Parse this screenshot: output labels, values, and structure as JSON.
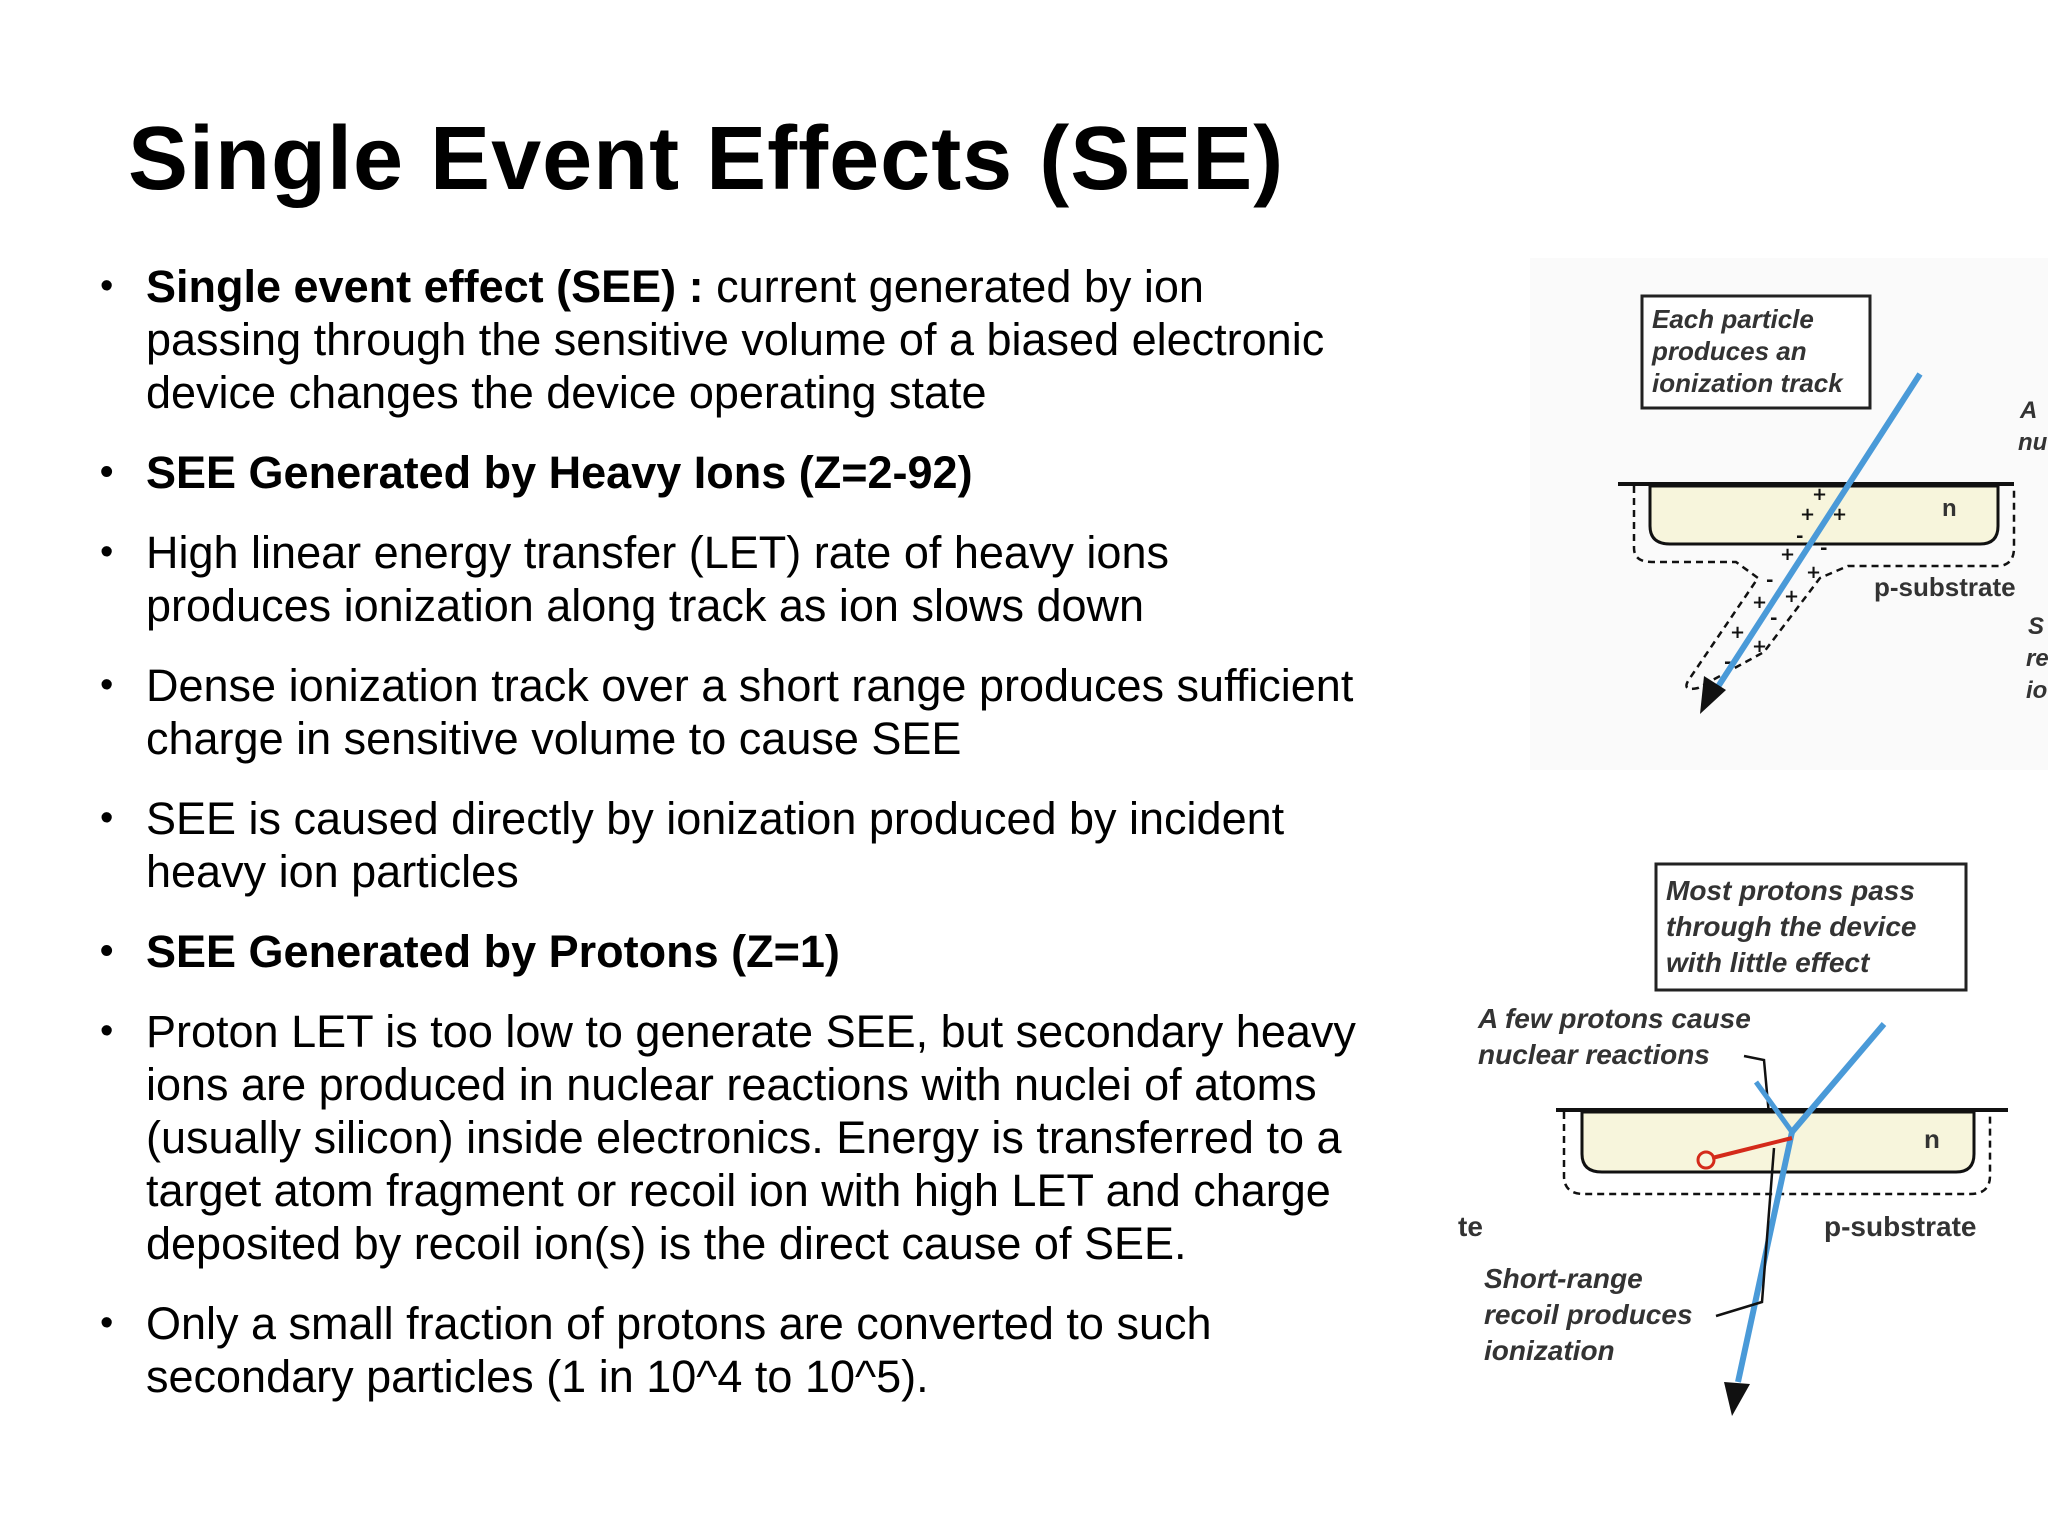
{
  "slide": {
    "title": "Single Event Effects (SEE)"
  },
  "bullets": [
    {
      "bold": "Single event effect (SEE) :",
      "lines": [
        " current generated by ion",
        "passing through the sensitive volume of a biased electronic",
        "device changes the device operating state"
      ]
    },
    {
      "bold": "SEE Generated by Heavy Ions (Z=2-92)",
      "lines": []
    },
    {
      "bold": "",
      "lines": [
        "High linear energy transfer (LET) rate of heavy ions",
        "produces ionization along track as ion slows down"
      ]
    },
    {
      "bold": "",
      "lines": [
        "Dense ionization track over a short range produces sufficient",
        "charge in sensitive volume to cause SEE"
      ]
    },
    {
      "bold": "",
      "lines": [
        "SEE is caused directly by ionization produced by incident",
        "heavy ion particles"
      ]
    },
    {
      "bold": "SEE Generated by Protons (Z=1)",
      "lines": []
    },
    {
      "bold": "",
      "lines": [
        "Proton LET is too low to generate SEE, but secondary heavy",
        "ions are produced in nuclear reactions with nuclei of atoms",
        "(usually silicon) inside electronics. Energy is transferred to a",
        "target atom fragment or recoil ion with high LET and charge",
        "deposited by recoil ion(s) is the direct cause of SEE."
      ]
    },
    {
      "bold": "",
      "lines": [
        "Only a small fraction of protons are converted to such",
        "secondary particles (1 in 10^4 to 10^5)."
      ]
    }
  ],
  "figure_heavy_ion": {
    "callout": [
      "Each particle",
      "produces an",
      "ionization track"
    ],
    "region_label": "n",
    "substrate_label": "p-substrate",
    "cut_text": [
      "A",
      "nu",
      "S",
      "re",
      "io"
    ],
    "track_color": "#4a9ad8",
    "well_color": "#f7f5dc"
  },
  "figure_proton": {
    "callout": [
      "Most protons pass",
      "through the device",
      "with little effect"
    ],
    "reaction_label": [
      "A few protons cause",
      "nuclear reactions"
    ],
    "region_label": "n",
    "substrate_label": "p-substrate",
    "left_cut_label": "te",
    "recoil_label": [
      "Short-range",
      "recoil produces",
      "ionization"
    ],
    "track_color": "#4a9ad8",
    "recoil_color": "#d42a1a",
    "well_color": "#f7f5dc"
  }
}
